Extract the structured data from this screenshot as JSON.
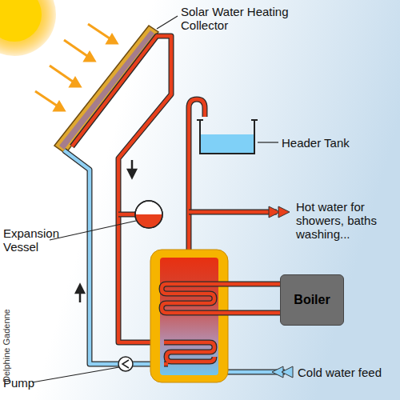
{
  "diagram": {
    "nodes": [
      {
        "text": [
          "Boiler"
        ]
      }
    ],
    "labels": [
      "Solar Water Heating Collector",
      "Header Tank",
      "Hot water for showers, baths washing...",
      "Expansion Vessel",
      "Pump",
      "Cold water feed",
      "Delphine Gadenne"
    ]
  }
}
